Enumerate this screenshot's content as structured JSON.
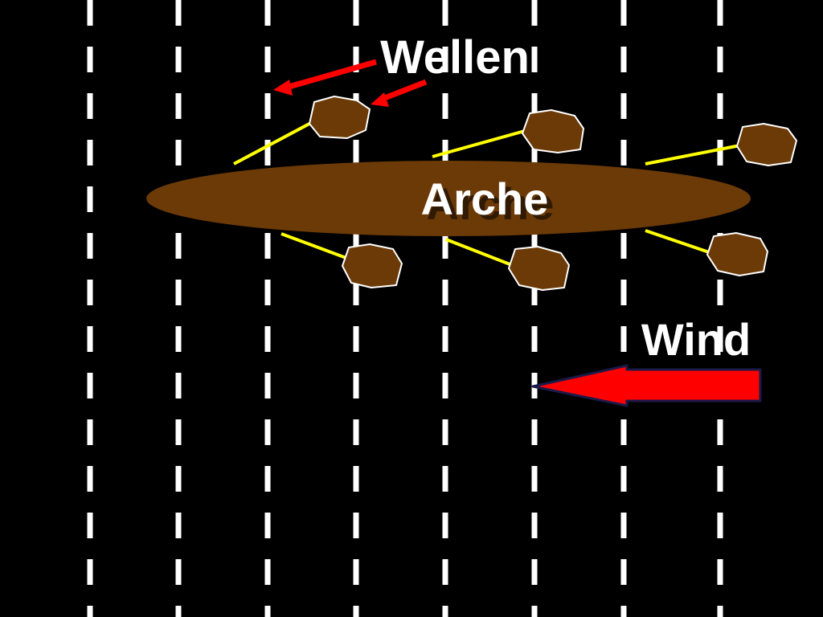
{
  "labels": {
    "waves": "Wellen",
    "ark": "Arche",
    "wind": "Wind"
  },
  "colors": {
    "background": "#000000",
    "wave_lines": "#ffffff",
    "ark_fill": "#6b3a07",
    "stone_fill": "#6b3a07",
    "stone_outline": "#ffffff",
    "anchor_rope": "#ffff00",
    "arrows": "#ff0000",
    "arrow_outline": "#1a1a4a",
    "text": "#ffffff"
  },
  "icons": {
    "stones": "anchor-stone-icon",
    "wind_arrow": "arrow-left-icon",
    "wave_arrows": "arrow-left-icon"
  }
}
